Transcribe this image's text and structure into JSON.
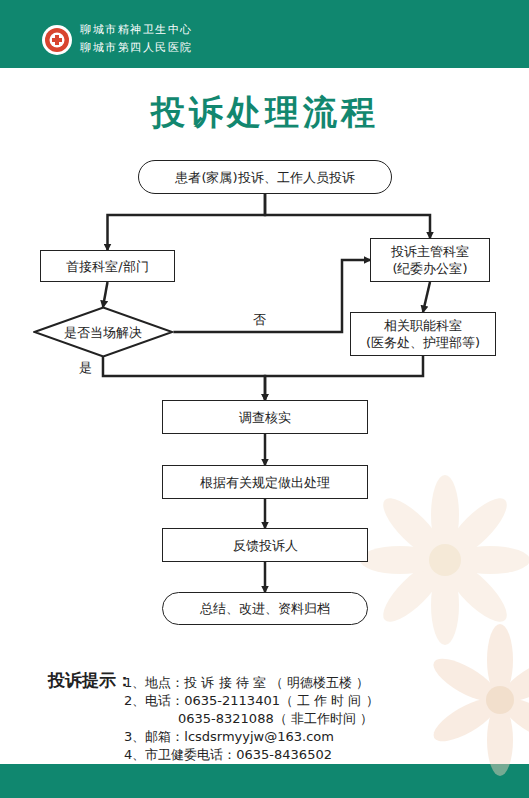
{
  "diagram": {
    "title": "投诉处理流程",
    "nodes": [
      {
        "text": [
          "患者(家属)投诉、工作人员投诉"
        ]
      },
      {
        "text": [
          "首接科室/部门"
        ]
      },
      {
        "text": [
          "是否当场解决"
        ]
      },
      {
        "text": [
          "投诉主管科室 (纪委办公室)"
        ]
      },
      {
        "text": [
          "相关职能科室 (医务处、护理部等)"
        ]
      },
      {
        "text": [
          "调查核实"
        ]
      },
      {
        "text": [
          "根据有关规定做出处理"
        ]
      },
      {
        "text": [
          "反馈投诉人"
        ]
      },
      {
        "text": [
          "总结、改进、资料归档"
        ]
      }
    ],
    "edges": [
      {
        "from": 0,
        "to": 1,
        "arrow": "to"
      },
      {
        "from": 0,
        "to": 3,
        "arrow": "to"
      },
      {
        "from": 1,
        "to": 2,
        "arrow": "to"
      },
      {
        "from": 2,
        "to": 3,
        "label": "否",
        "arrow": "to"
      },
      {
        "from": 3,
        "to": 4,
        "arrow": "to"
      },
      {
        "from": 2,
        "to": 5,
        "label": "是",
        "arrow": "to"
      },
      {
        "from": 4,
        "to": 5,
        "arrow": "to"
      },
      {
        "from": 5,
        "to": 6,
        "arrow": "to"
      },
      {
        "from": 6,
        "to": 7,
        "arrow": "to"
      },
      {
        "from": 7,
        "to": 8,
        "arrow": "to"
      }
    ],
    "labels": [
      "聊城市精神卫生中心",
      "聊城市第四人民医院",
      "投诉提示：",
      "1、地点：投 诉 接 待 室 （ 明德楼五楼 ）",
      "2、电话：0635-2113401（ 工 作 时 间 ）",
      "0635-8321088（ 非工作时间 ）",
      "3、邮箱：lcsdsrmyyjw@163.com",
      "4、市卫健委电话：0635-8436502"
    ]
  }
}
